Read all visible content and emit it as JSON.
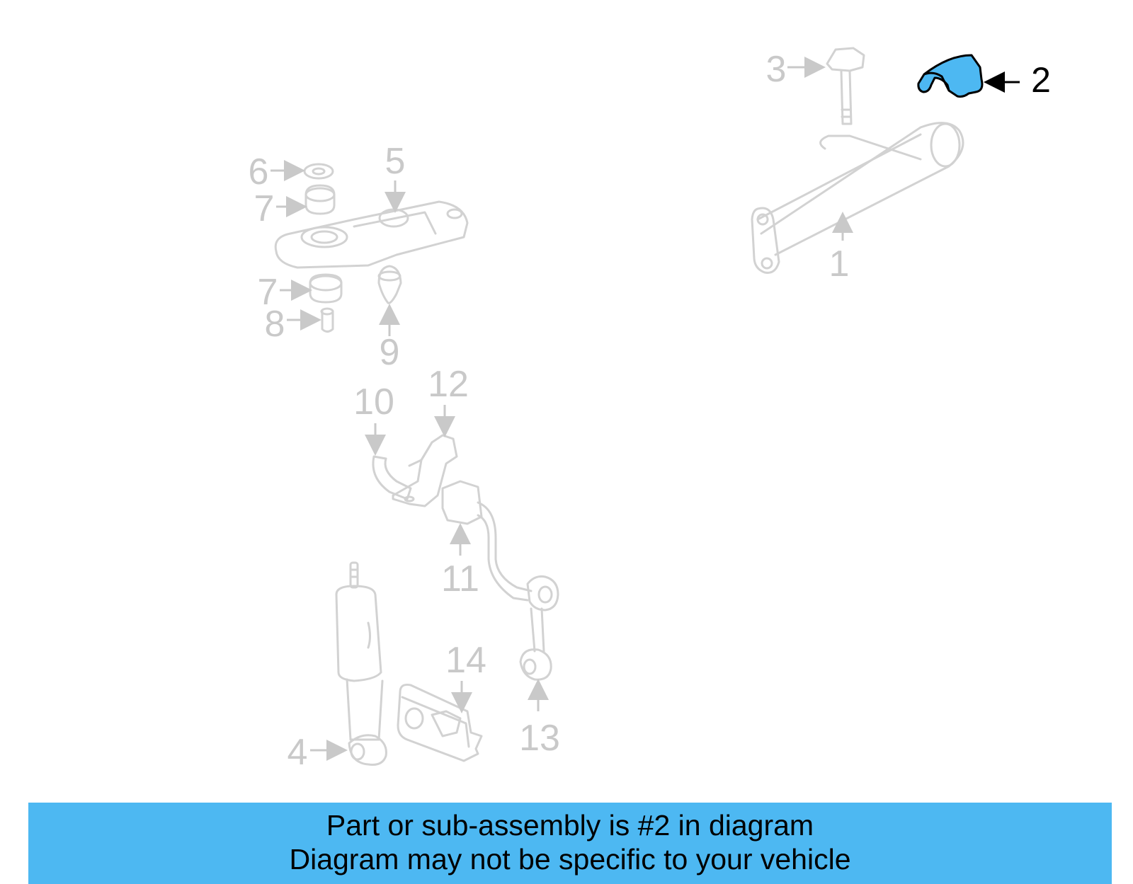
{
  "diagram": {
    "highlight_color": "#4db8f2",
    "part_line_color": "#d2d2d2",
    "label_color": "#c9c9c9",
    "highlighted_part": "2",
    "callouts": {
      "c1": "1",
      "c2": "2",
      "c3": "3",
      "c4": "4",
      "c5": "5",
      "c6": "6",
      "c7a": "7",
      "c7b": "7",
      "c8": "8",
      "c9": "9",
      "c10": "10",
      "c11": "11",
      "c12": "12",
      "c13": "13",
      "c14": "14"
    }
  },
  "banner": {
    "line1": "Part or sub-assembly is #2 in diagram",
    "line2": "Diagram may not be specific to your vehicle",
    "background": "#4db8f2"
  }
}
